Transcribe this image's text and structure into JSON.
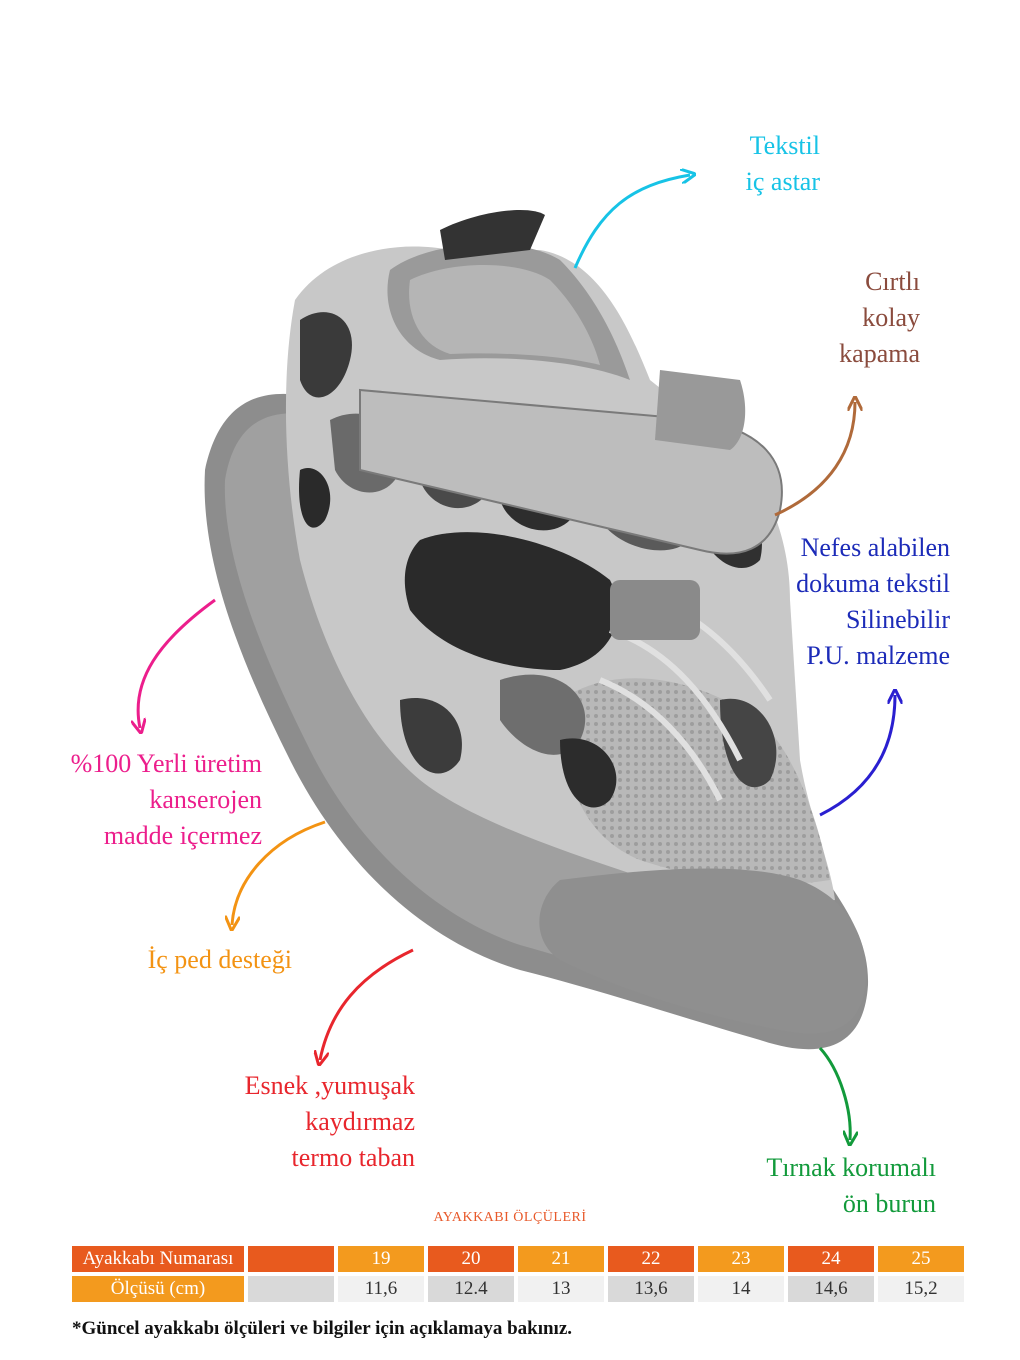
{
  "callouts": {
    "tekstil": [
      "Tekstil",
      "iç astar"
    ],
    "cirtli": [
      "Cırtlı",
      "kolay",
      "kapama"
    ],
    "nefes": [
      "Nefes alabilen",
      "dokuma tekstil",
      "Silinebilir",
      "P.U. malzeme"
    ],
    "yerli": [
      "%100 Yerli üretim",
      "kanserojen",
      "madde içermez"
    ],
    "ped": [
      "İç ped desteği"
    ],
    "esnek": [
      "Esnek ,yumuşak",
      "kaydırmaz",
      "termo taban"
    ],
    "tirnak": [
      "Tırnak korumalı",
      "ön burun"
    ]
  },
  "size_table": {
    "title": "AYAKKABI ÖLÇÜLERİ",
    "row1_label": "Ayakkabı Numarası",
    "row2_label": "Ölçüsü (cm)",
    "sizes": [
      "19",
      "20",
      "21",
      "22",
      "23",
      "24",
      "25"
    ],
    "cm": [
      "11,6",
      "12.4",
      "13",
      "13,6",
      "14",
      "14,6",
      "15,2"
    ]
  },
  "footnote": "*Güncel ayakkabı ölçüleri ve bilgiler için açıklamaya bakınız.",
  "colors": {
    "tekstil": "#17c3e6",
    "cirtli": "#8a4b3d",
    "nefes": "#1c2bb8",
    "yerli": "#ec1e8c",
    "ped": "#f39313",
    "esnek": "#e8262d",
    "tirnak": "#129a3b",
    "table_dark": "#e85a1e",
    "table_light": "#f39a1e"
  }
}
